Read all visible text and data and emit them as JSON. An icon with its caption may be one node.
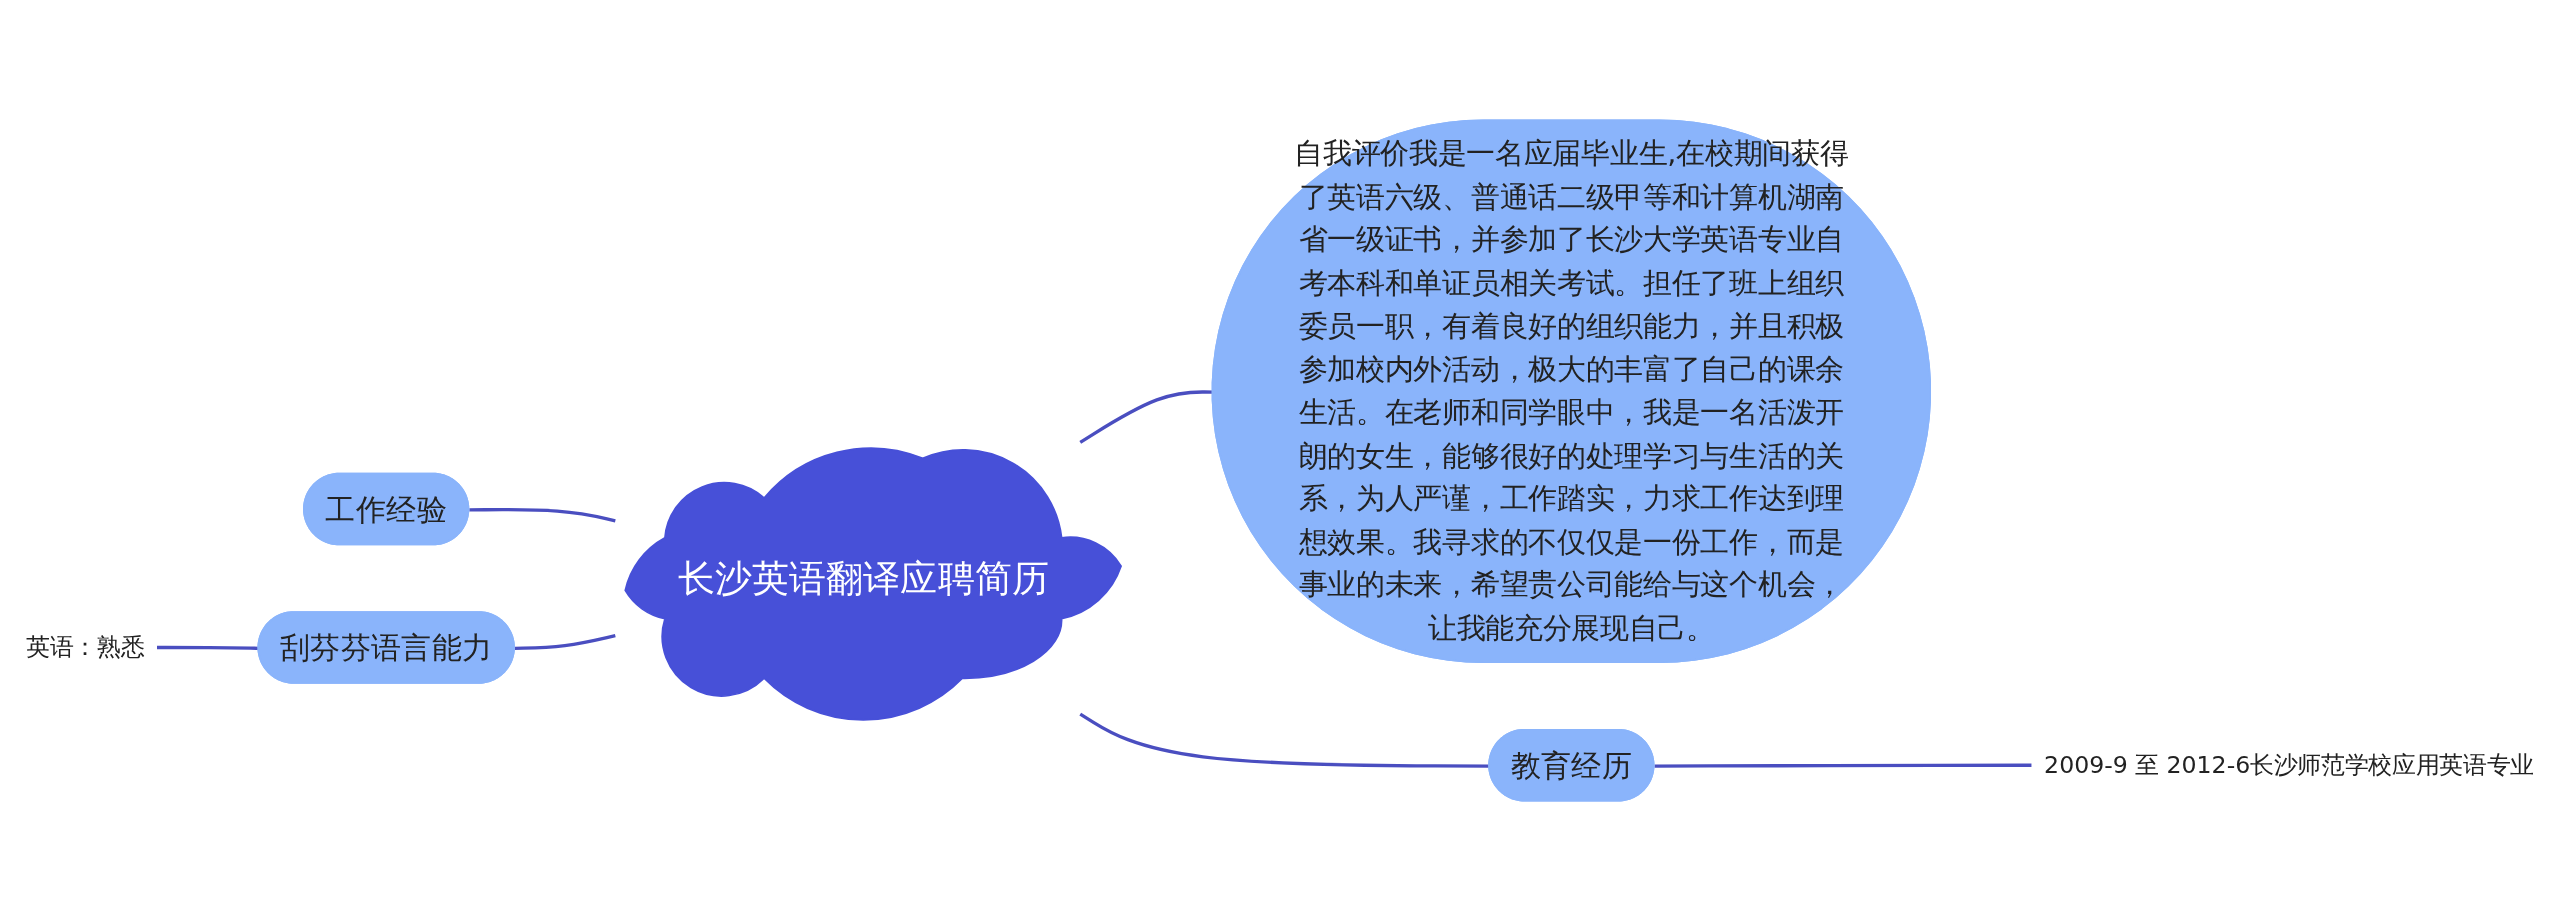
{
  "diagram": {
    "nodes": [
      {
        "text": [
          "长沙英语翻译应聘简历"
        ]
      },
      {
        "text": [
          "工作经验"
        ]
      },
      {
        "text": [
          "刮芬芬语言能力"
        ]
      },
      {
        "text": [
          "英语：熟悉"
        ]
      },
      {
        "text": [
          "自我评价我是一名应届毕业生,在校期间获得了英语六级、普通话二级甲等和计算机湖南省一级证书，并参加了长沙大学英语专业自考本科和单证员相关考试。担任了班上组织委员一职，有着良好的组织能力，并且积极参加校内外活动，极大的丰富了自己的课余生活。在老师和同学眼中，我是一名活泼开朗的女生，能够很好的处理学习与生活的关系，为人严谨，工作踏实，力求工作达到理想效果。我寻求的不仅仅是一份工作，而是事业的未来，希望贵公司能给与这个机会，让我能充分展现自己。"
        ]
      },
      {
        "text": [
          "教育经历"
        ]
      },
      {
        "text": [
          "2009-9 至 2012-6长沙师范学校应用英语专业"
        ]
      }
    ],
    "edges": [
      {
        "from": 1,
        "to": 0,
        "arrow": "none"
      },
      {
        "from": 2,
        "to": 0,
        "arrow": "none"
      },
      {
        "from": 3,
        "to": 2,
        "arrow": "none"
      },
      {
        "from": 0,
        "to": 4,
        "arrow": "none"
      },
      {
        "from": 0,
        "to": 5,
        "arrow": "none"
      },
      {
        "from": 5,
        "to": 6,
        "arrow": "none"
      }
    ]
  }
}
